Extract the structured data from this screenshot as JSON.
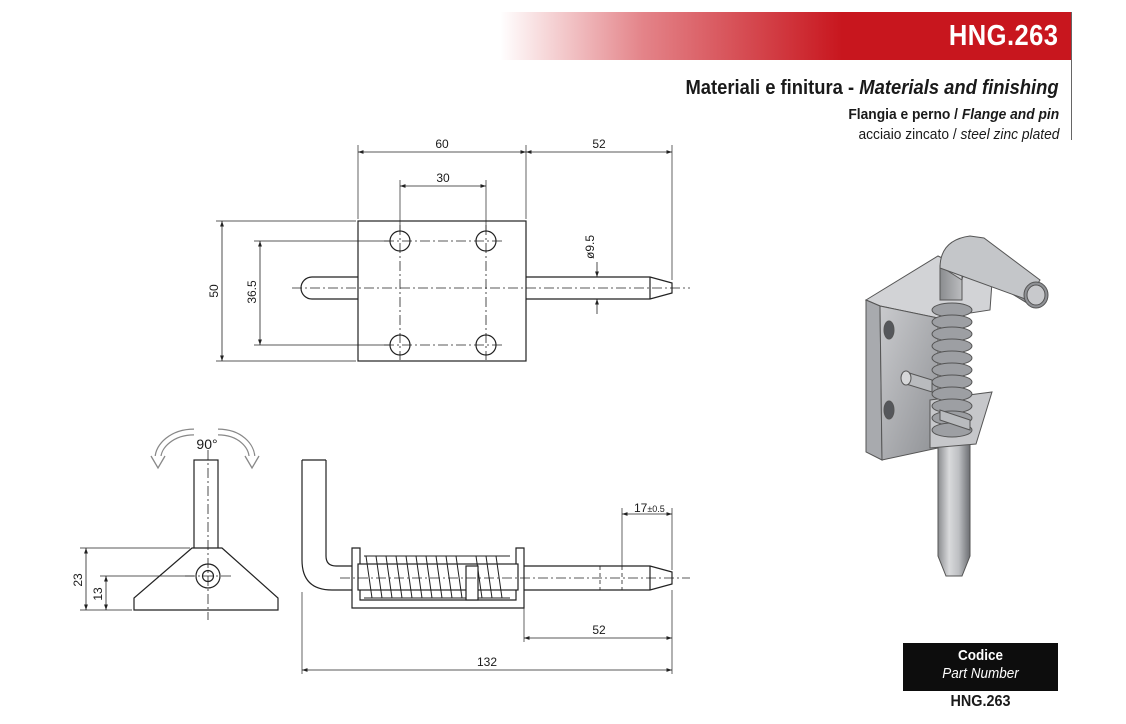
{
  "header": {
    "part_code": "HNG.263"
  },
  "specs": {
    "materials_title_it": "Materiali e finitura - ",
    "materials_title_en": "Materials and finishing",
    "flange_it": "Flangia e perno / ",
    "flange_en": "Flange and pin",
    "finish_it": "acciaio zincato / ",
    "finish_en": "steel zinc plated"
  },
  "dimensions": {
    "plate_width": "60",
    "pin_protrusion_top": "52",
    "hole_spacing": "30",
    "pin_diameter": "ø9.5",
    "plate_height": "50",
    "hole_vertical_spacing": "36.5",
    "rotation_angle": "90°",
    "height_23": "23",
    "height_13": "13",
    "stroke": "17",
    "stroke_tolerance": "±0.5",
    "pin_protrusion_side": "52",
    "overall_length": "132"
  },
  "footer": {
    "code_label_it": "Codice",
    "code_label_en": "Part Number",
    "part_code": "HNG.263"
  }
}
